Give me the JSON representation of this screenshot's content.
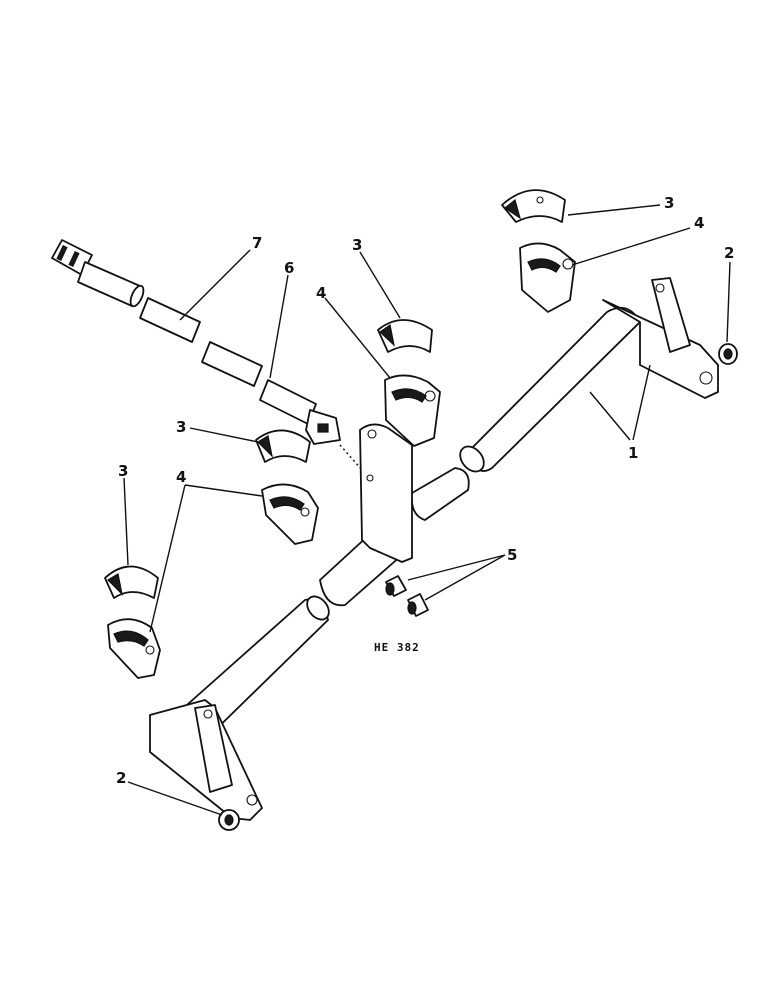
{
  "figure_code": "HE 382",
  "callouts": [
    {
      "id": "c1",
      "text": "1"
    },
    {
      "id": "c2a",
      "text": "2"
    },
    {
      "id": "c2b",
      "text": "2"
    },
    {
      "id": "c3a",
      "text": "3"
    },
    {
      "id": "c3b",
      "text": "3"
    },
    {
      "id": "c3c",
      "text": "3"
    },
    {
      "id": "c3d",
      "text": "3"
    },
    {
      "id": "c4a",
      "text": "4"
    },
    {
      "id": "c4b",
      "text": "4"
    },
    {
      "id": "c4c",
      "text": "4"
    },
    {
      "id": "c5",
      "text": "5"
    },
    {
      "id": "c6",
      "text": "6"
    },
    {
      "id": "c7",
      "text": "7"
    }
  ]
}
